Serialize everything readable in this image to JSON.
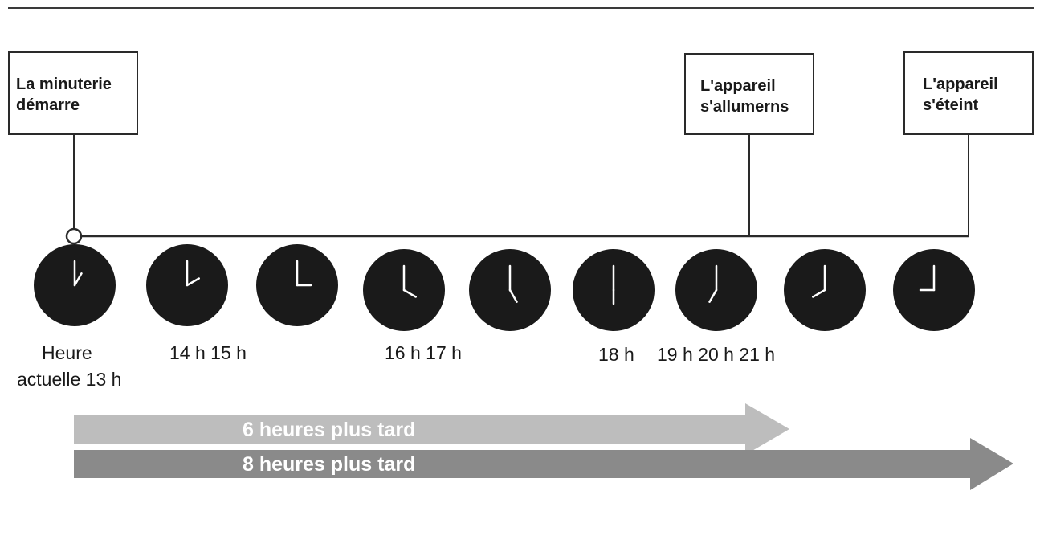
{
  "boxes": {
    "start": [
      "La minuterie",
      "démarre"
    ],
    "on": [
      "L'appareil",
      "s'allumerns"
    ],
    "off": [
      "L'appareil",
      "s'éteint"
    ]
  },
  "time_labels": {
    "current_line1": "Heure",
    "current_line2": "actuelle 13 h",
    "group_a": "14 h 15 h",
    "group_b": "16 h 17 h",
    "group_c": "18 h",
    "group_d": "19 h 20 h 21 h"
  },
  "clocks": [
    {
      "hour": 13,
      "minute": 0
    },
    {
      "hour": 14,
      "minute": 0
    },
    {
      "hour": 15,
      "minute": 0
    },
    {
      "hour": 16,
      "minute": 0
    },
    {
      "hour": 17,
      "minute": 0
    },
    {
      "hour": 18,
      "minute": 0
    },
    {
      "hour": 19,
      "minute": 0
    },
    {
      "hour": 20,
      "minute": 0
    },
    {
      "hour": 21,
      "minute": 0
    }
  ],
  "arrows": {
    "six_hours": {
      "label": "6 heures plus tard",
      "color": "#bdbdbd"
    },
    "eight_hours": {
      "label": "8 heures plus tard",
      "color": "#8a8a8a"
    }
  },
  "colors": {
    "clock_face": "#1a1a1a",
    "clock_hands": "#ffffff",
    "line": "#2a2a2a"
  }
}
